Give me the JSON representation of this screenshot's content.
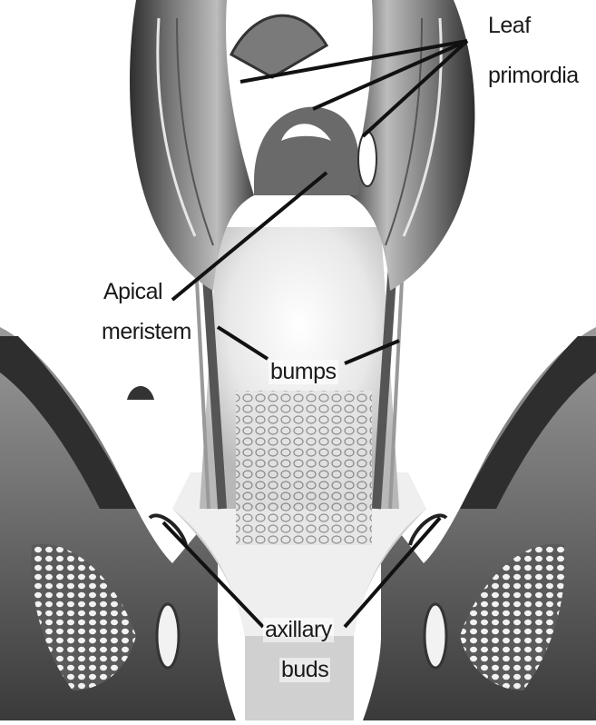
{
  "labels": {
    "leaf_line1": "Leaf",
    "leaf_line2": "primordia",
    "apical_line1": "Apical",
    "apical_line2": "meristem",
    "bumps": "bumps",
    "axillary_line1": "axillary",
    "axillary_line2": "buds"
  },
  "colors": {
    "background": "#ffffff",
    "tissue_dark": "#3a3a3a",
    "tissue_mid": "#8a8a8a",
    "tissue_light": "#d6d6d6",
    "line": "#111111"
  }
}
